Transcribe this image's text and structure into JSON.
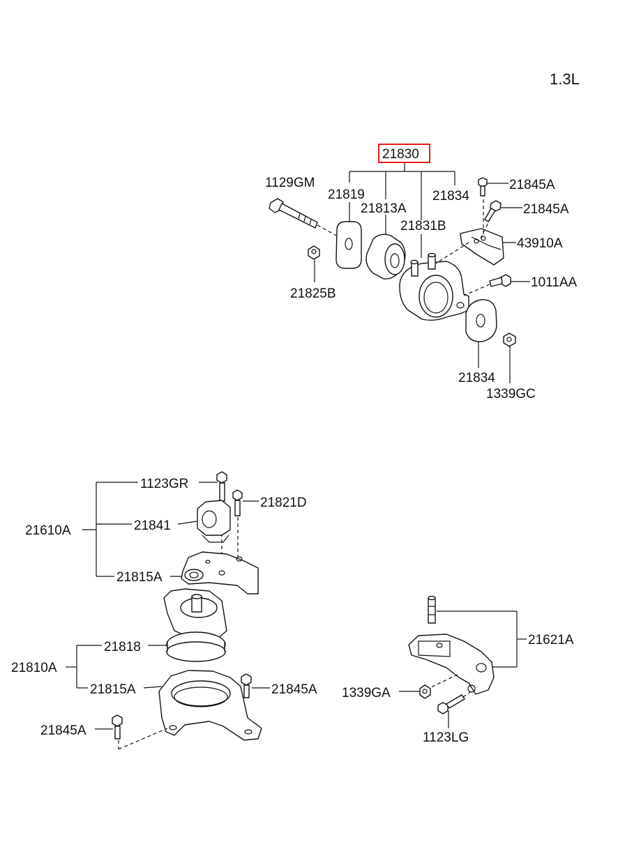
{
  "engine_label": "1.3L",
  "highlight_color": "#e60000",
  "labels": {
    "p21830": "21830",
    "p1129GM": "1129GM",
    "p21819": "21819",
    "p21813A": "21813A",
    "p21834_top": "21834",
    "p21845A_1": "21845A",
    "p21845A_2": "21845A",
    "p21831B": "21831B",
    "p43910A": "43910A",
    "p1011AA": "1011AA",
    "p21825B": "21825B",
    "p21834_bottom": "21834",
    "p1339GC": "1339GC",
    "p1123GR": "1123GR",
    "p21821D": "21821D",
    "p21610A": "21610A",
    "p21841": "21841",
    "p21815A_1": "21815A",
    "p21818": "21818",
    "p21810A": "21810A",
    "p21815A_2": "21815A",
    "p21845A_3": "21845A",
    "p21845A_4": "21845A",
    "p21621A": "21621A",
    "p1339GA": "1339GA",
    "p1123LG": "1123LG"
  }
}
